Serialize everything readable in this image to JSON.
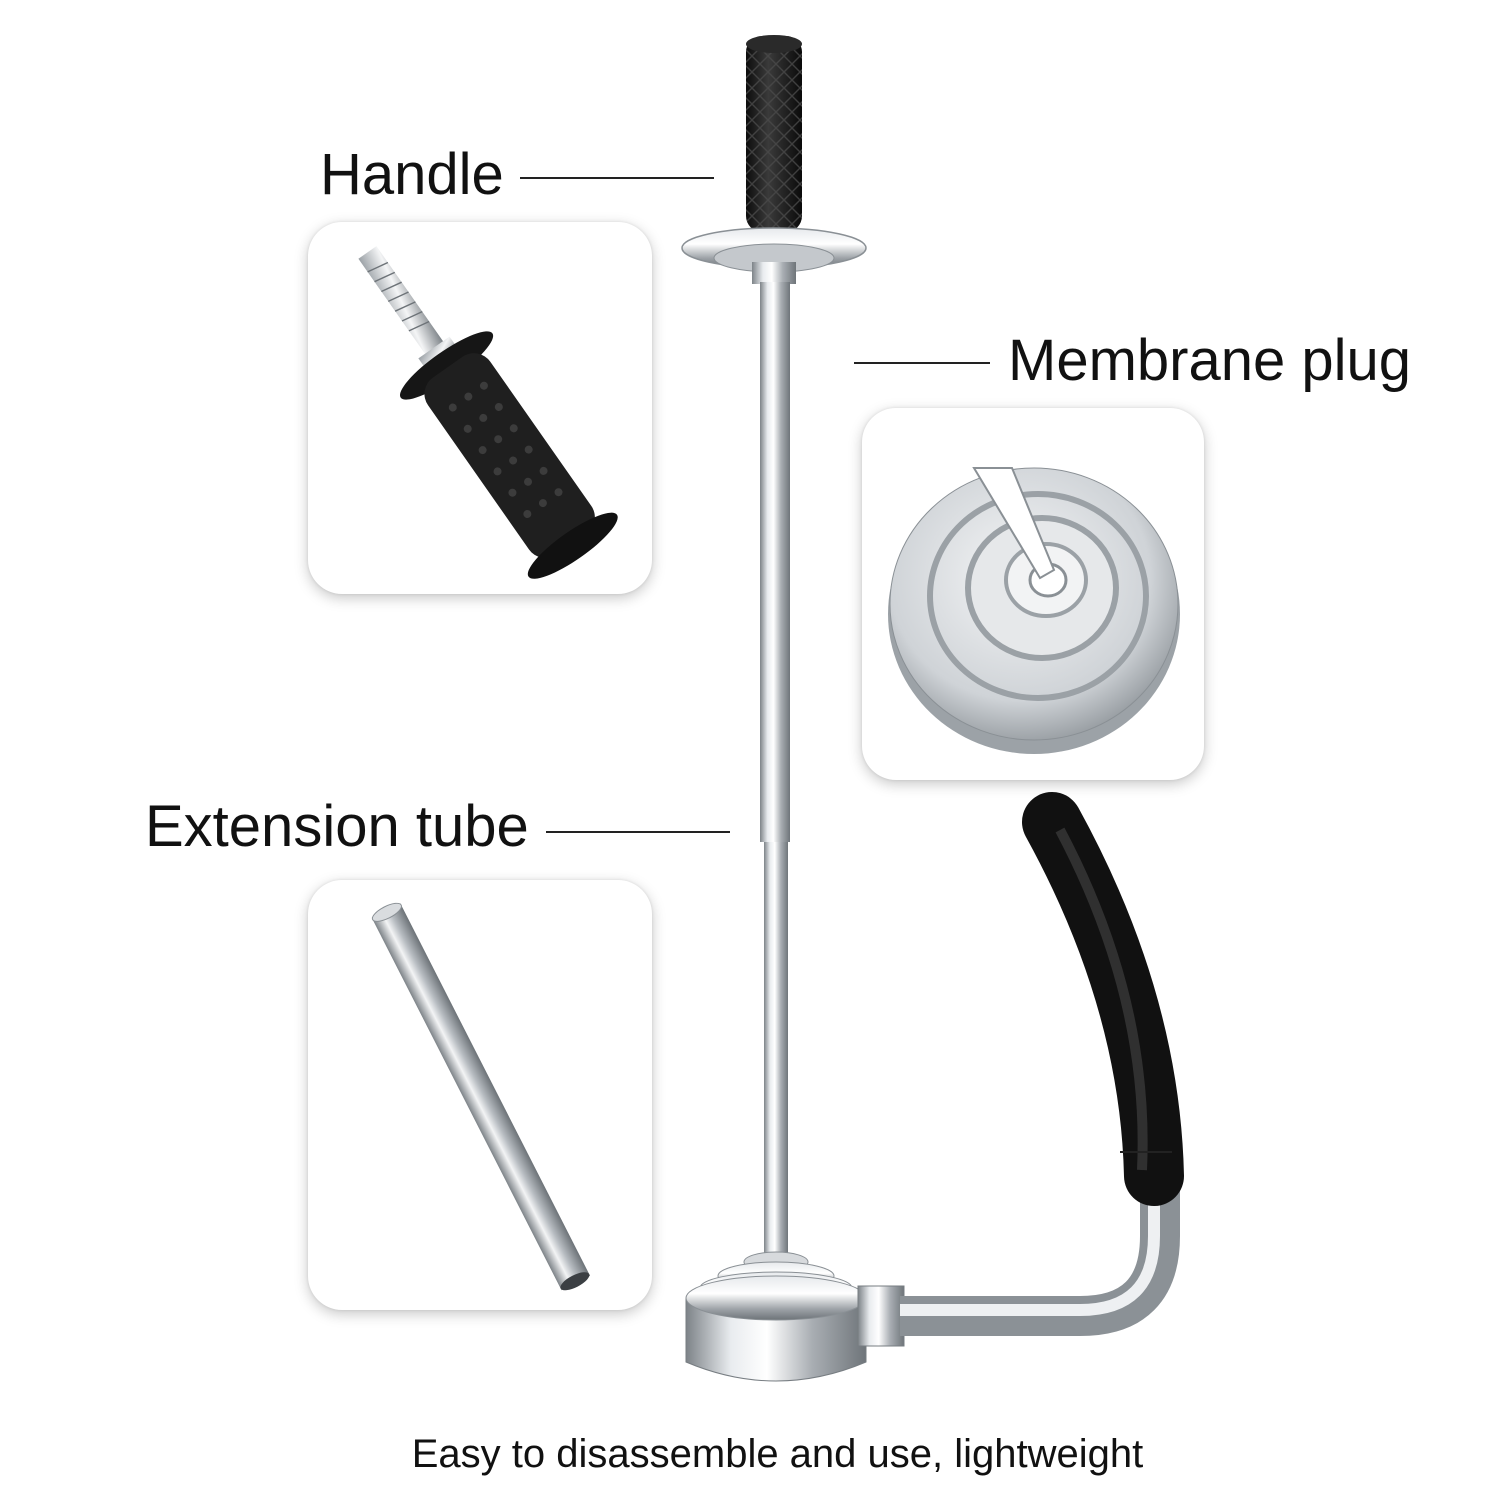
{
  "labels": {
    "handle": "Handle",
    "membrane_plug": "Membrane plug",
    "extension_tube": "Extension tube"
  },
  "caption": "Easy to disassemble and use, lightweight",
  "parts": {
    "handle_grip": "handle-grip-icon",
    "membrane_plug": "membrane-plug-icon",
    "extension_tube": "extension-tube-icon",
    "side_handle": "side-handle-icon"
  },
  "colors": {
    "rubber": "#1c1c1c",
    "steel": "#c9cdd2"
  }
}
